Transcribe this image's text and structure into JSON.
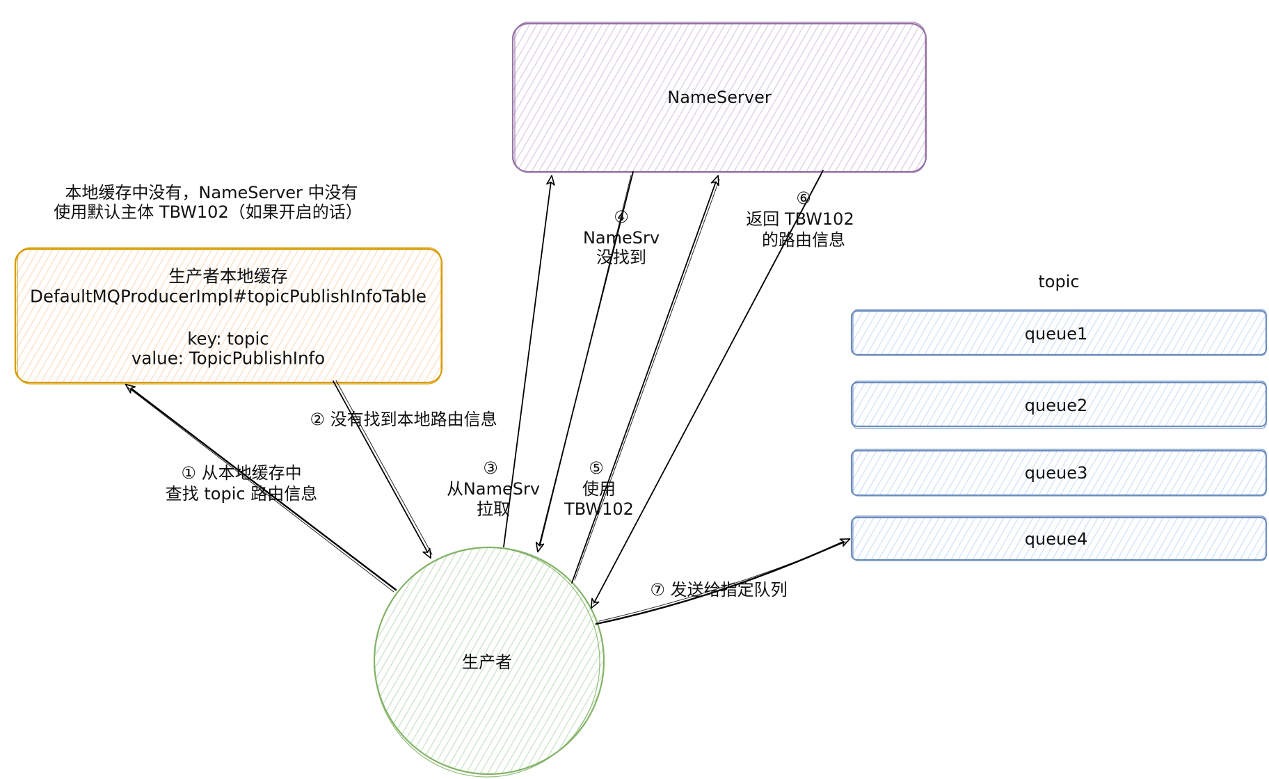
{
  "diagram": {
    "caption": {
      "lines": [
        "本地缓存中没有，NameServer 中没有",
        "使用默认主体 TBW102（如果开启的话）"
      ]
    },
    "nodes": {
      "nameserver": {
        "label": "NameServer"
      },
      "producer_cache": {
        "lines": [
          "生产者本地缓存",
          "DefaultMQProducerImpl#topicPublishInfoTable",
          "",
          "key: topic",
          "value: TopicPublishInfo"
        ]
      },
      "producer": {
        "label": "生产者"
      },
      "topic": {
        "title": "topic",
        "queues": [
          "queue1",
          "queue2",
          "queue3",
          "queue4"
        ]
      }
    },
    "edges": [
      {
        "step": "1",
        "from": "producer",
        "to": "producer_cache",
        "label_lines": [
          "① 从本地缓存中",
          "查找 topic 路由信息"
        ]
      },
      {
        "step": "2",
        "from": "producer_cache",
        "to": "producer",
        "label_lines": [
          "② 没有找到本地路由信息"
        ]
      },
      {
        "step": "3",
        "from": "producer",
        "to": "nameserver",
        "label_lines": [
          "③",
          "从NameSrv",
          "拉取"
        ]
      },
      {
        "step": "4",
        "from": "nameserver",
        "to": "producer",
        "label_lines": [
          "④",
          "NameSrv",
          "没找到"
        ]
      },
      {
        "step": "5",
        "from": "producer",
        "to": "nameserver",
        "label_lines": [
          "⑤",
          "使用",
          "TBW102"
        ]
      },
      {
        "step": "6",
        "from": "nameserver",
        "to": "producer",
        "label_lines": [
          "⑥",
          "返回 TBW102",
          "的路由信息"
        ]
      },
      {
        "step": "7",
        "from": "producer",
        "to": "queue4",
        "label_lines": [
          "⑦ 发送给指定队列"
        ]
      }
    ],
    "colors": {
      "nameserver": {
        "stroke": "#9673a6",
        "fill": "#ddd0e6"
      },
      "producer_cache": {
        "stroke": "#d79b00",
        "fill": "#fde0c2"
      },
      "producer": {
        "stroke": "#82b366",
        "fill": "#cde3cc"
      },
      "queue": {
        "stroke": "#6c8ebf",
        "fill": "#d2e2f8"
      },
      "edge": "#000000",
      "text": "#111111"
    }
  }
}
